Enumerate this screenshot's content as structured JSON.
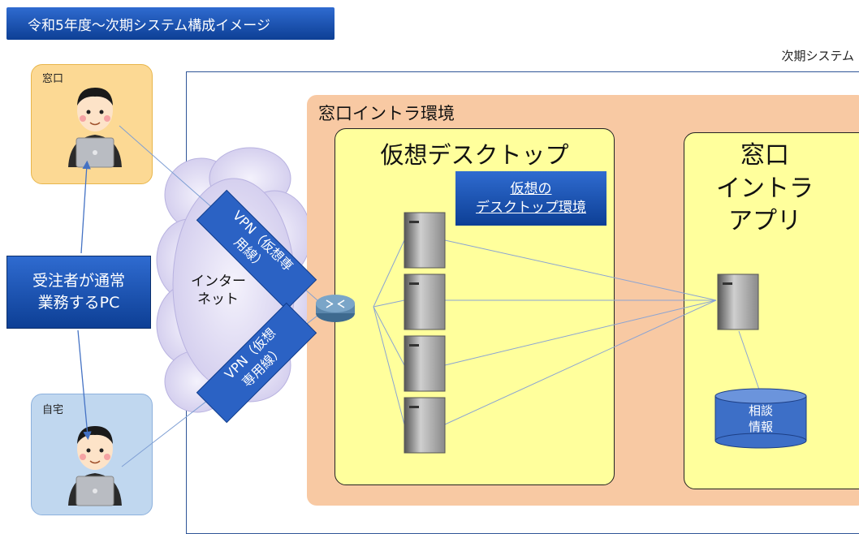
{
  "title": "令和5年度～次期システム構成イメージ",
  "system_label": "次期システム",
  "location_box": {
    "label": "窓口"
  },
  "home_box": {
    "label": "自宅"
  },
  "pc_note": {
    "line1": "受注者が通常",
    "line2": "業務するPC"
  },
  "internet": {
    "line1": "インター",
    "line2": "ネット"
  },
  "vpn_upper": {
    "line1": "VPN（仮想専",
    "line2": "用線）"
  },
  "vpn_lower": {
    "line1": "VPN（仮想",
    "line2": "専用線）"
  },
  "intra_env": {
    "label": "窓口イントラ環境"
  },
  "virtual_desktop": {
    "title": "仮想デスクトップ",
    "env_line1": "仮想の",
    "env_line2": "デスクトップ環境"
  },
  "intra_app": {
    "line1": "窓口",
    "line2": "イントラ",
    "line3": "アプリ"
  },
  "database": {
    "line1": "相談",
    "line2": "情報"
  },
  "colors": {
    "blue_box": "#1f57b3",
    "location_bg": "#fcd994",
    "home_bg": "#c0d7ef",
    "env_bg": "#f8c9a3",
    "box_yellow": "#ffff9c",
    "cloud": "#dcd8f2"
  }
}
